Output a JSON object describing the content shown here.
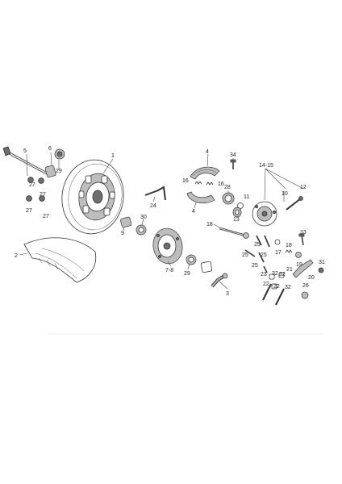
{
  "diagram": {
    "labels": {
      "l1": "1",
      "l2": "2",
      "l3": "3",
      "l4a": "4",
      "l4b": "4",
      "l5": "5",
      "l6": "6",
      "l9": "9",
      "l10": "10",
      "l11": "11",
      "l12": "12",
      "l13": "13",
      "l1415": "14-15",
      "l16a": "16",
      "l16b": "16",
      "l17": "17",
      "l18": "18",
      "l19": "19",
      "l20": "20",
      "l21": "21",
      "l22a": "22",
      "l22b": "22",
      "l23": "23",
      "l24": "24",
      "l25a": "25",
      "l25b": "25",
      "l25c": "25",
      "l26": "26",
      "l27a": "27",
      "l27b": "27",
      "l27c": "27",
      "l28": "28",
      "l29a": "29",
      "l29b": "29",
      "l30": "30",
      "l31": "31",
      "l32a": "32",
      "l32b": "32",
      "l33": "33",
      "l34": "34",
      "l78": "7-8"
    }
  }
}
